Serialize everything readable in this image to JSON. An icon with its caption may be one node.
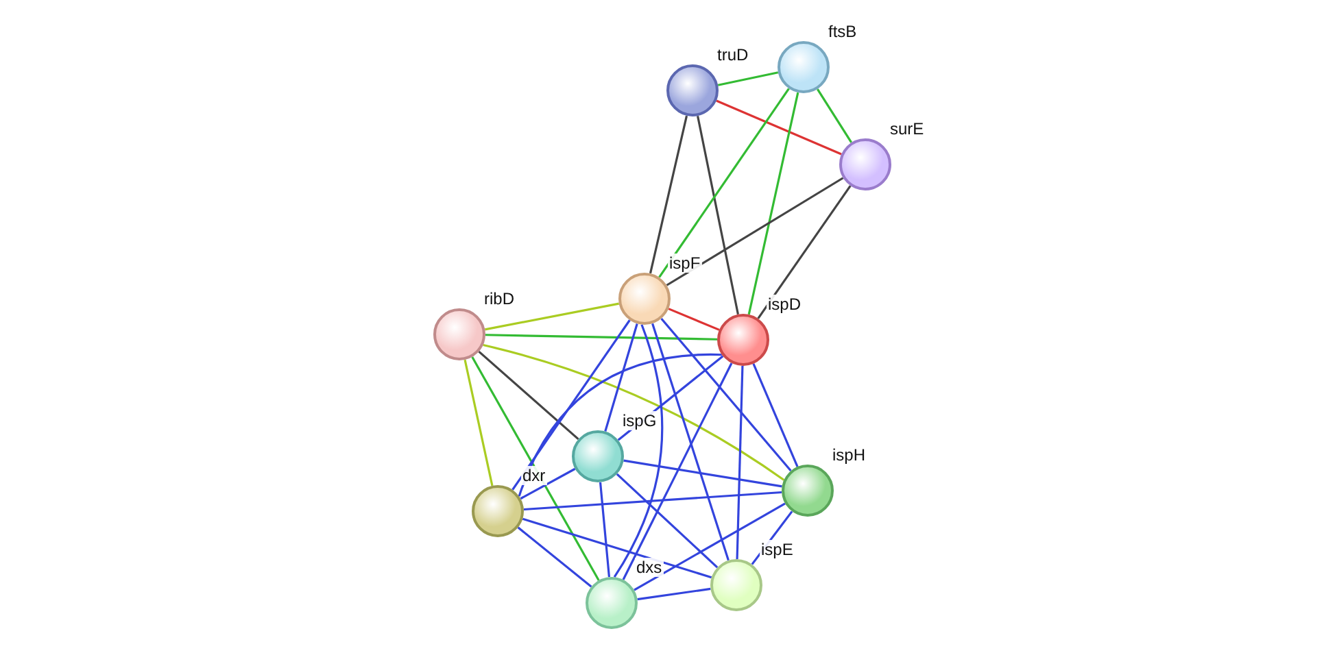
{
  "diagram": {
    "nodes": [
      {
        "text": [
          "truD"
        ]
      },
      {
        "text": [
          "ftsB"
        ]
      },
      {
        "text": [
          "surE"
        ]
      },
      {
        "text": [
          "ispF"
        ]
      },
      {
        "text": [
          "ribD"
        ]
      },
      {
        "text": [
          "ispD"
        ]
      },
      {
        "text": [
          "ispG"
        ]
      },
      {
        "text": [
          "ispH"
        ]
      },
      {
        "text": [
          "dxr"
        ]
      },
      {
        "text": [
          "dxs"
        ]
      },
      {
        "text": [
          "ispE"
        ]
      }
    ],
    "edges": [
      {
        "from": 0,
        "to": 1,
        "arrow": "none",
        "color": "#33bb33"
      },
      {
        "from": 0,
        "to": 2,
        "arrow": "none",
        "color": "#dd3333"
      },
      {
        "from": 0,
        "to": 3,
        "arrow": "none",
        "color": "#444444"
      },
      {
        "from": 0,
        "to": 5,
        "arrow": "none",
        "color": "#444444"
      },
      {
        "from": 1,
        "to": 2,
        "arrow": "none",
        "color": "#33bb33"
      },
      {
        "from": 1,
        "to": 3,
        "arrow": "none",
        "color": "#33bb33"
      },
      {
        "from": 1,
        "to": 5,
        "arrow": "none",
        "color": "#33bb33"
      },
      {
        "from": 2,
        "to": 3,
        "arrow": "none",
        "color": "#444444"
      },
      {
        "from": 2,
        "to": 5,
        "arrow": "none",
        "color": "#444444"
      },
      {
        "from": 3,
        "to": 5,
        "arrow": "none",
        "color": "#dd3333"
      },
      {
        "from": 4,
        "to": 3,
        "arrow": "none",
        "color": "#aacc22"
      },
      {
        "from": 4,
        "to": 5,
        "arrow": "none",
        "color": "#33bb33"
      },
      {
        "from": 4,
        "to": 6,
        "arrow": "none",
        "color": "#444444"
      },
      {
        "from": 4,
        "to": 8,
        "arrow": "none",
        "color": "#aacc22"
      },
      {
        "from": 4,
        "to": 9,
        "arrow": "none",
        "color": "#33bb33"
      },
      {
        "from": 4,
        "to": 7,
        "arrow": "none",
        "color": "#aacc22"
      },
      {
        "from": 3,
        "to": 6,
        "arrow": "none"
      },
      {
        "from": 3,
        "to": 8,
        "arrow": "none"
      },
      {
        "from": 3,
        "to": 9,
        "arrow": "none"
      },
      {
        "from": 3,
        "to": 10,
        "arrow": "none"
      },
      {
        "from": 3,
        "to": 7,
        "arrow": "none"
      },
      {
        "from": 5,
        "to": 6,
        "arrow": "none"
      },
      {
        "from": 5,
        "to": 8,
        "arrow": "none"
      },
      {
        "from": 5,
        "to": 9,
        "arrow": "none"
      },
      {
        "from": 5,
        "to": 10,
        "arrow": "none"
      },
      {
        "from": 5,
        "to": 7,
        "arrow": "none"
      },
      {
        "from": 6,
        "to": 7,
        "arrow": "none"
      },
      {
        "from": 6,
        "to": 8,
        "arrow": "none"
      },
      {
        "from": 6,
        "to": 9,
        "arrow": "none"
      },
      {
        "from": 6,
        "to": 10,
        "arrow": "none"
      },
      {
        "from": 8,
        "to": 7,
        "arrow": "none"
      },
      {
        "from": 8,
        "to": 9,
        "arrow": "none"
      },
      {
        "from": 8,
        "to": 10,
        "arrow": "none"
      },
      {
        "from": 9,
        "to": 10,
        "arrow": "none"
      },
      {
        "from": 9,
        "to": 7,
        "arrow": "none"
      },
      {
        "from": 10,
        "to": 7,
        "arrow": "none"
      }
    ]
  }
}
